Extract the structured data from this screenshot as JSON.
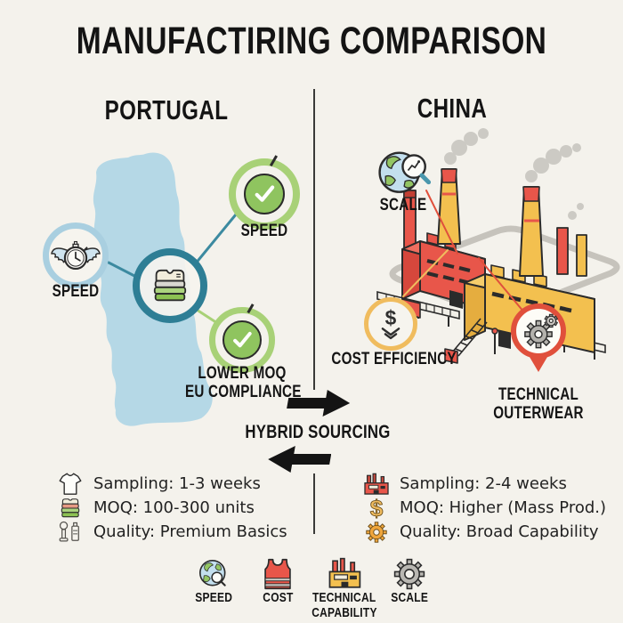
{
  "title": "MANUFACTIRING COMPARISON",
  "center": {
    "label": "HYBRID SOURCING"
  },
  "portugal": {
    "heading": "PORTUGAL",
    "callouts": {
      "speed_left": "SPEED",
      "speed_right": "SPEED",
      "moq_line1": "LOWER MOQ",
      "moq_line2": "EU COMPLIANCE"
    },
    "facts": [
      {
        "icon": "tshirt-icon",
        "text": "Sampling: 1-3 weeks"
      },
      {
        "icon": "folded-clothes-icon",
        "text": "MOQ: 100-300 units"
      },
      {
        "icon": "garment-care-icon",
        "text": "Quality: Premium Basics"
      }
    ]
  },
  "china": {
    "heading": "CHINA",
    "callouts": {
      "scale": "SCALE",
      "cost": "COST EFFICIENCY",
      "tech_line1": "TECHNICAL",
      "tech_line2": "OUTERWEAR"
    },
    "facts": [
      {
        "icon": "factory-icon",
        "text": "Sampling: 2-4 weeks"
      },
      {
        "icon": "dollar-icon",
        "text": "MOQ: Higher (Mass Prod.)"
      },
      {
        "icon": "gear-icon",
        "text": "Quality: Broad Capability"
      }
    ]
  },
  "legend": [
    {
      "icon": "globe-magnifier-icon",
      "line1": "SPEED",
      "line2": ""
    },
    {
      "icon": "vest-icon",
      "line1": "COST",
      "line2": ""
    },
    {
      "icon": "factory-icon",
      "line1": "TECHNICAL",
      "line2": "CAPABILITY"
    },
    {
      "icon": "gear-icon",
      "line1": "SCALE",
      "line2": ""
    }
  ],
  "colors": {
    "background": "#f4f2ec",
    "ink": "#1c1c1c",
    "map_blue": "#b5d8e6",
    "teal": "#2e7e95",
    "light_blue": "#a9cfe0",
    "green": "#8cc152",
    "light_green": "#a8d177",
    "yellow": "#f0bc5e",
    "red": "#e0503c",
    "factory_red": "#e8564a",
    "factory_yellow": "#f3c04f"
  }
}
